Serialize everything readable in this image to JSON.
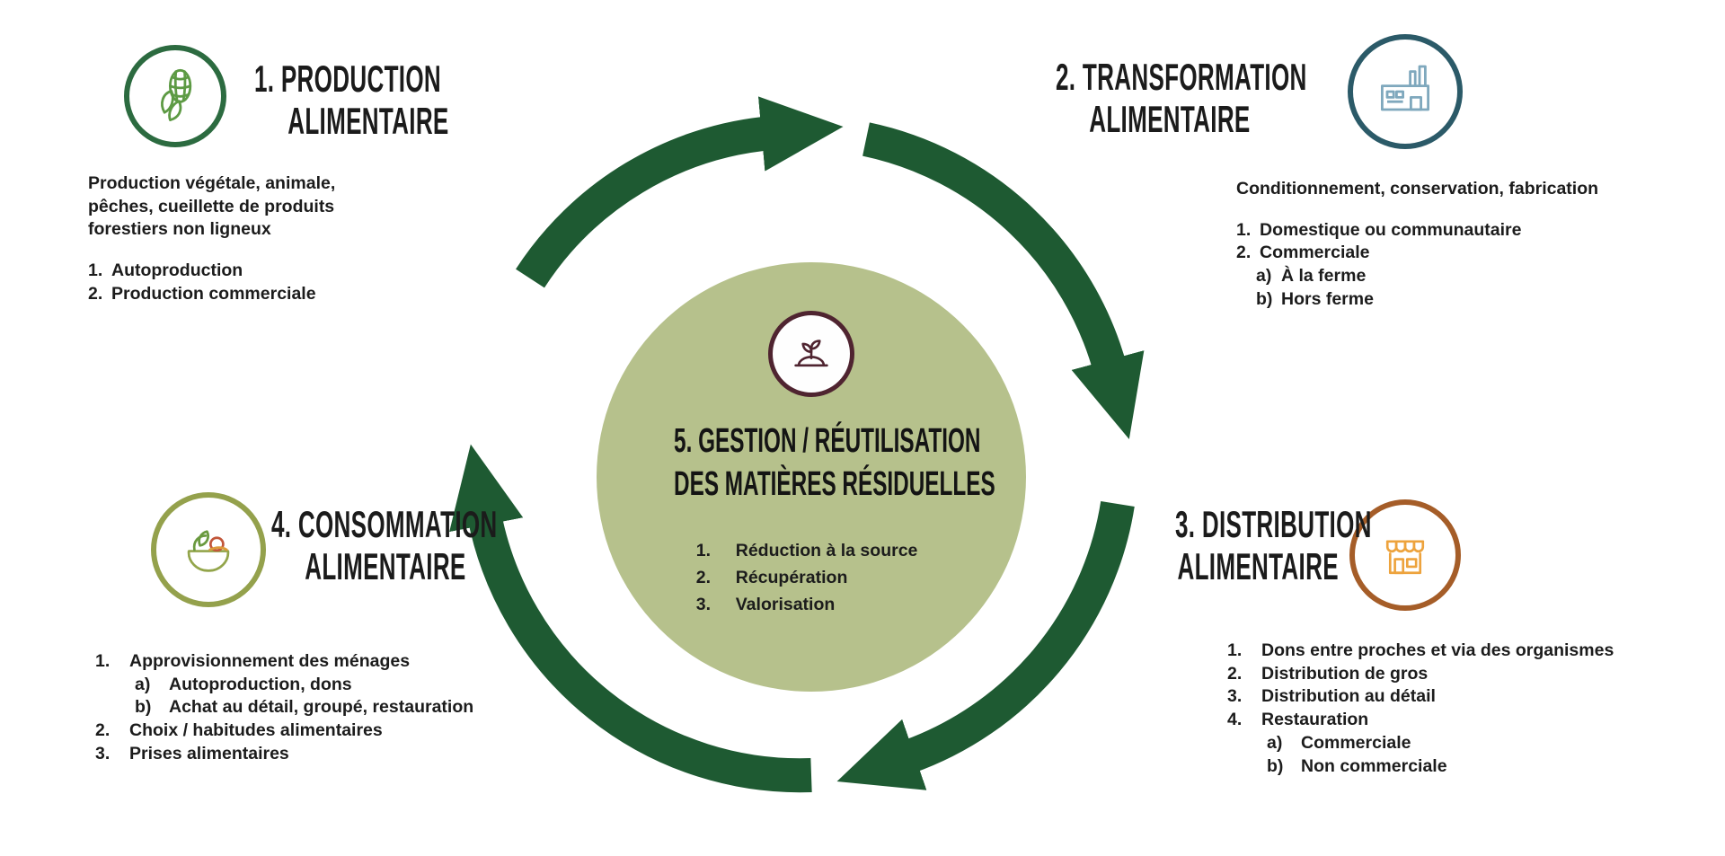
{
  "colors": {
    "arrow_green": "#1e5a32",
    "center_circle_fill": "#b6c18c",
    "center_badge_ring": "#4f2430",
    "production_ring": "#2c6b40",
    "production_icon": "#5d9a44",
    "transformation_ring": "#2b5a68",
    "transformation_icon": "#7fa8bd",
    "distribution_ring": "#a55d28",
    "distribution_icon": "#eda33d",
    "consommation_ring": "#94a14c",
    "title_text": "#1b1b1b",
    "body_text": "#1c1c1c"
  },
  "production": {
    "icon": "corn-icon",
    "title1": "1. PRODUCTION",
    "title2": "ALIMENTAIRE",
    "desc": "Production végétale, animale, pêches, cueillette de produits forestiers non ligneux",
    "items": [
      {
        "m": "1.",
        "t": "Autoproduction"
      },
      {
        "m": "2.",
        "t": "Production commerciale"
      }
    ]
  },
  "transformation": {
    "icon": "factory-icon",
    "title1": "2. TRANSFORMATION",
    "title2": "ALIMENTAIRE",
    "desc": "Conditionnement, conservation, fabrication",
    "items": [
      {
        "m": "1.",
        "t": "Domestique ou communautaire"
      },
      {
        "m": "2.",
        "t": "Commerciale"
      },
      {
        "m": "a)",
        "t": "À la ferme"
      },
      {
        "m": "b)",
        "t": "Hors ferme"
      }
    ]
  },
  "distribution": {
    "icon": "store-icon",
    "title1": "3. DISTRIBUTION",
    "title2": "ALIMENTAIRE",
    "items": [
      {
        "m": "1.",
        "t": "Dons entre proches et via des organismes"
      },
      {
        "m": "2.",
        "t": "Distribution de gros"
      },
      {
        "m": "3.",
        "t": "Distribution au détail"
      },
      {
        "m": "4.",
        "t": "Restauration"
      },
      {
        "m": "a)",
        "t": "Commerciale"
      },
      {
        "m": "b)",
        "t": "Non commerciale"
      }
    ]
  },
  "consommation": {
    "icon": "food-bowl-icon",
    "title1": "4. CONSOMMATION",
    "title2": "ALIMENTAIRE",
    "items": [
      {
        "m": "1.",
        "t": "Approvisionnement des ménages"
      },
      {
        "m": "a)",
        "t": "Autoproduction, dons"
      },
      {
        "m": "b)",
        "t": "Achat au détail, groupé, restauration"
      },
      {
        "m": "2.",
        "t": "Choix / habitudes alimentaires"
      },
      {
        "m": "3.",
        "t": "Prises alimentaires"
      }
    ]
  },
  "center": {
    "icon": "compost-plant-icon",
    "title1": "5. GESTION / RÉUTILISATION",
    "title2": "DES MATIÈRES RÉSIDUELLES",
    "items": [
      {
        "m": "1.",
        "t": "Réduction à la source"
      },
      {
        "m": "2.",
        "t": "Récupération"
      },
      {
        "m": "3.",
        "t": "Valorisation"
      }
    ]
  }
}
